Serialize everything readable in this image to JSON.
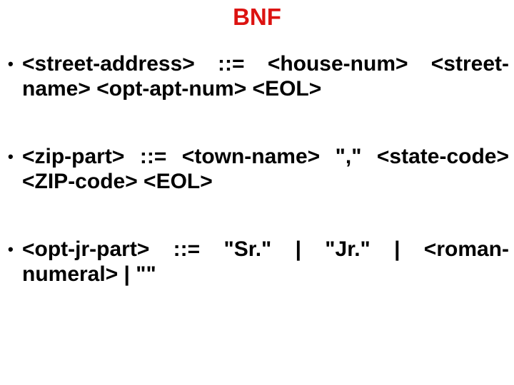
{
  "slide": {
    "title": "BNF",
    "title_color": "#DC1311",
    "bullet_char": "•",
    "bullets": [
      {
        "name": "street-address-rule",
        "lines": [
          "<street-address> ::= <house-num> <street-",
          "name> <opt-apt-num> <EOL>"
        ]
      },
      {
        "name": "zip-part-rule",
        "lines": [
          "<zip-part> ::= <town-name> \",\" <state-code>",
          "<ZIP-code> <EOL>"
        ]
      },
      {
        "name": "opt-jr-part-rule",
        "lines": [
          "<opt-jr-part> ::= \"Sr.\" | \"Jr.\" | <roman-",
          "numeral> | \"\""
        ]
      }
    ]
  }
}
